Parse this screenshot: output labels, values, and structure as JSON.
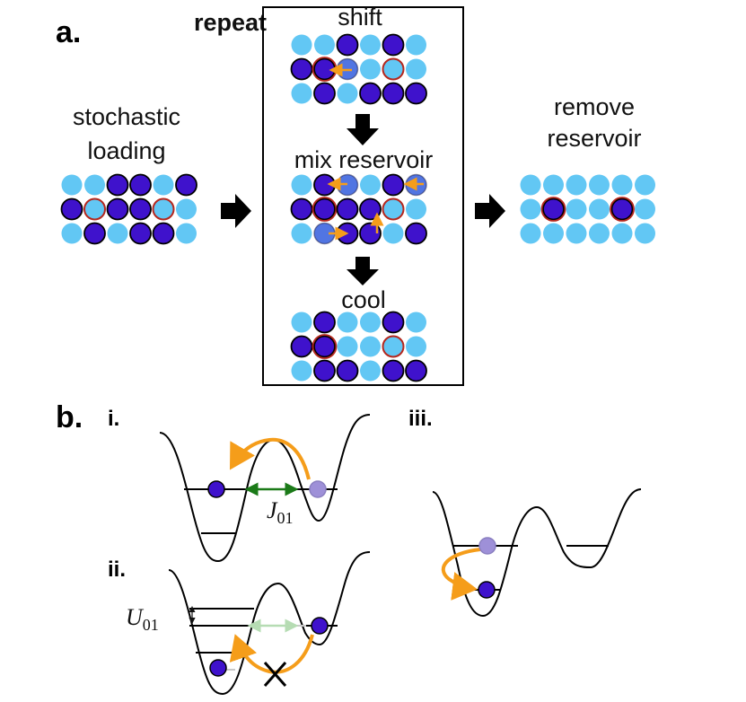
{
  "panel_a": {
    "label": "a.",
    "repeat_label": "repeat",
    "initial_label_line1": "stochastic",
    "initial_label_line2": "loading",
    "step_shift": "shift",
    "step_mix": "mix reservoir",
    "step_cool": "cool",
    "final_label_line1": "remove",
    "final_label_line2": "reservoir"
  },
  "panel_b": {
    "label": "b.",
    "sub_i": "i.",
    "sub_ii": "ii.",
    "sub_iii": "iii.",
    "tunneling_symbol": "J",
    "tunneling_subscript": "01",
    "interaction_symbol": "U",
    "interaction_subscript": "01"
  },
  "colors": {
    "reservoir_atom": "#62c7f4",
    "target_atom": "#3f12cc",
    "target_ring": "#b5271d",
    "arrow_orange": "#f59d1a",
    "tunneling_green": "#1b7a18",
    "faded_green": "#b6dcb3",
    "faded_atom": "#9e90d8"
  }
}
